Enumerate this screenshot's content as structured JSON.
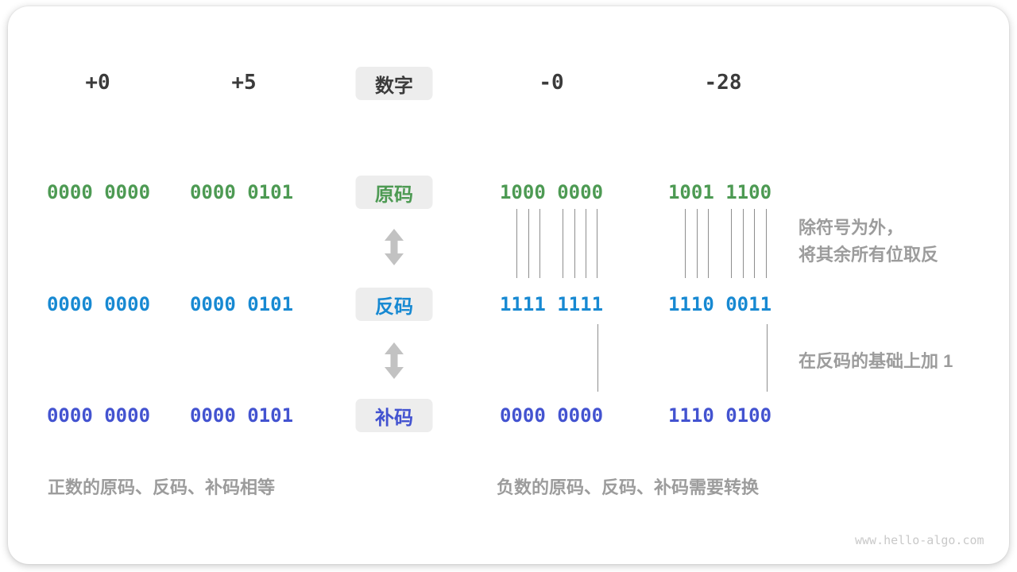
{
  "columns": {
    "headers": [
      "+0",
      "+5",
      "-0",
      "-28"
    ],
    "center_label": "数字"
  },
  "rows": [
    {
      "id": "sign-magnitude",
      "label": "原码",
      "color": "#4d9a53",
      "values": [
        "0000 0000",
        "0000 0101",
        "1000 0000",
        "1001 1100"
      ]
    },
    {
      "id": "ones-complement",
      "label": "反码",
      "color": "#1789d2",
      "values": [
        "0000 0000",
        "0000 0101",
        "1111 1111",
        "1110 0011"
      ]
    },
    {
      "id": "twos-complement",
      "label": "补码",
      "color": "#4353d0",
      "values": [
        "0000 0000",
        "0000 0101",
        "0000 0000",
        "1110 0100"
      ]
    }
  ],
  "annotations": {
    "invert_line1": "除符号为外，",
    "invert_line2": "将其余所有位取反",
    "add_one": "在反码的基础上加 1"
  },
  "captions": {
    "positive": "正数的原码、反码、补码相等",
    "negative": "负数的原码、反码、补码需要转换"
  },
  "watermark": "www.hello-algo.com",
  "colors": {
    "header_text": "#3b3b3b",
    "chip_background": "#ededed",
    "annotation_gray": "#9c9c9c",
    "connector_line": "#8e8e8e",
    "arrow_gray": "#c2c2c2",
    "watermark_gray": "#c9c9c9"
  }
}
